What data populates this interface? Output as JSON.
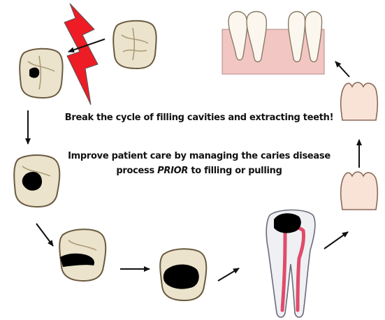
{
  "captions": {
    "line1": "Break the cycle of filling cavities and extracting teeth!",
    "line2_part1": "Improve patient care by managing the caries disease",
    "line2_part2_pre": "process ",
    "line2_emphasis": "PRIOR",
    "line2_part2_post": " to filling or pulling"
  },
  "colors": {
    "tooth_enamel": "#ece3cc",
    "tooth_outline": "#6a5a40",
    "cavity": "#000000",
    "lightning": "#ee1c24",
    "crown": "#f9e3d6",
    "gum": "#f2c6c2",
    "pulp": "#e14b6a",
    "arrow": "#111111"
  },
  "icons": [
    "healthy-molar-icon",
    "lightning-bolt-icon",
    "molar-small-cavity-icon",
    "molar-medium-cavity-icon",
    "molar-cracked-icon",
    "molar-large-cavity-icon",
    "tooth-root-pulp-icon",
    "crown-icon",
    "bridge-gum-icon"
  ]
}
